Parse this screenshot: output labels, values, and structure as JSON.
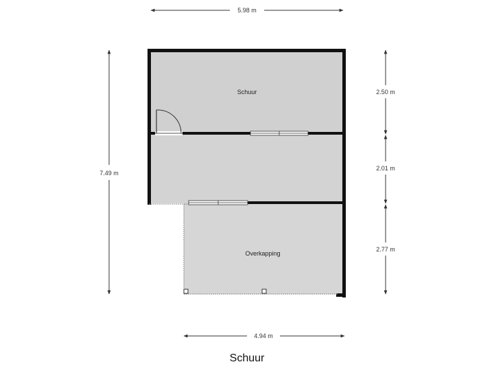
{
  "title": "Schuur",
  "rooms": {
    "schuur": "Schuur",
    "overkapping": "Overkapping"
  },
  "dimensions": {
    "top_width": "5.98 m",
    "bottom_width": "4.94 m",
    "total_height": "7.49 m",
    "schuur_height": "2.50 m",
    "middle_height": "2.01 m",
    "overkapping_height": "2.77 m"
  },
  "colors": {
    "floor": "#d0d0d0",
    "wall": "#111111",
    "dimension_line": "#333333"
  }
}
